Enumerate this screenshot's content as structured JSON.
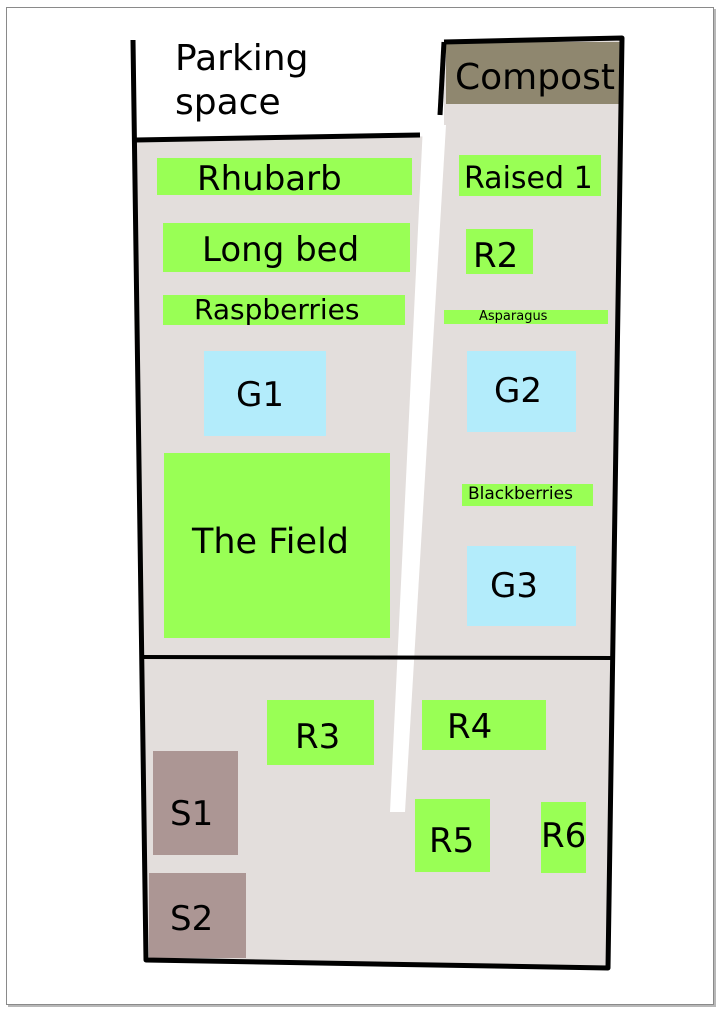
{
  "title": "Parking space",
  "labels": {
    "parking_line1": "Parking",
    "parking_line2": "space",
    "compost": "Compost",
    "rhubarb": "Rhubarb",
    "long_bed": "Long bed",
    "raspberries": "Raspberries",
    "g1": "G1",
    "the_field": "The Field",
    "raised_1": "Raised 1",
    "r2": "R2",
    "asparagus": "Asparagus",
    "g2": "G2",
    "blackberries": "Blackberries",
    "g3": "G3",
    "r3": "R3",
    "r4": "R4",
    "r5": "R5",
    "r6": "R6",
    "s1": "S1",
    "s2": "S2"
  },
  "colors": {
    "ground": "#e3dedc",
    "bed_green": "#99ff55",
    "greenhouse_blue": "#b3ecfb",
    "shed_brown": "#ac9694",
    "compost_brown": "#8f876f",
    "outline": "#000000",
    "path": "#ffffff"
  }
}
